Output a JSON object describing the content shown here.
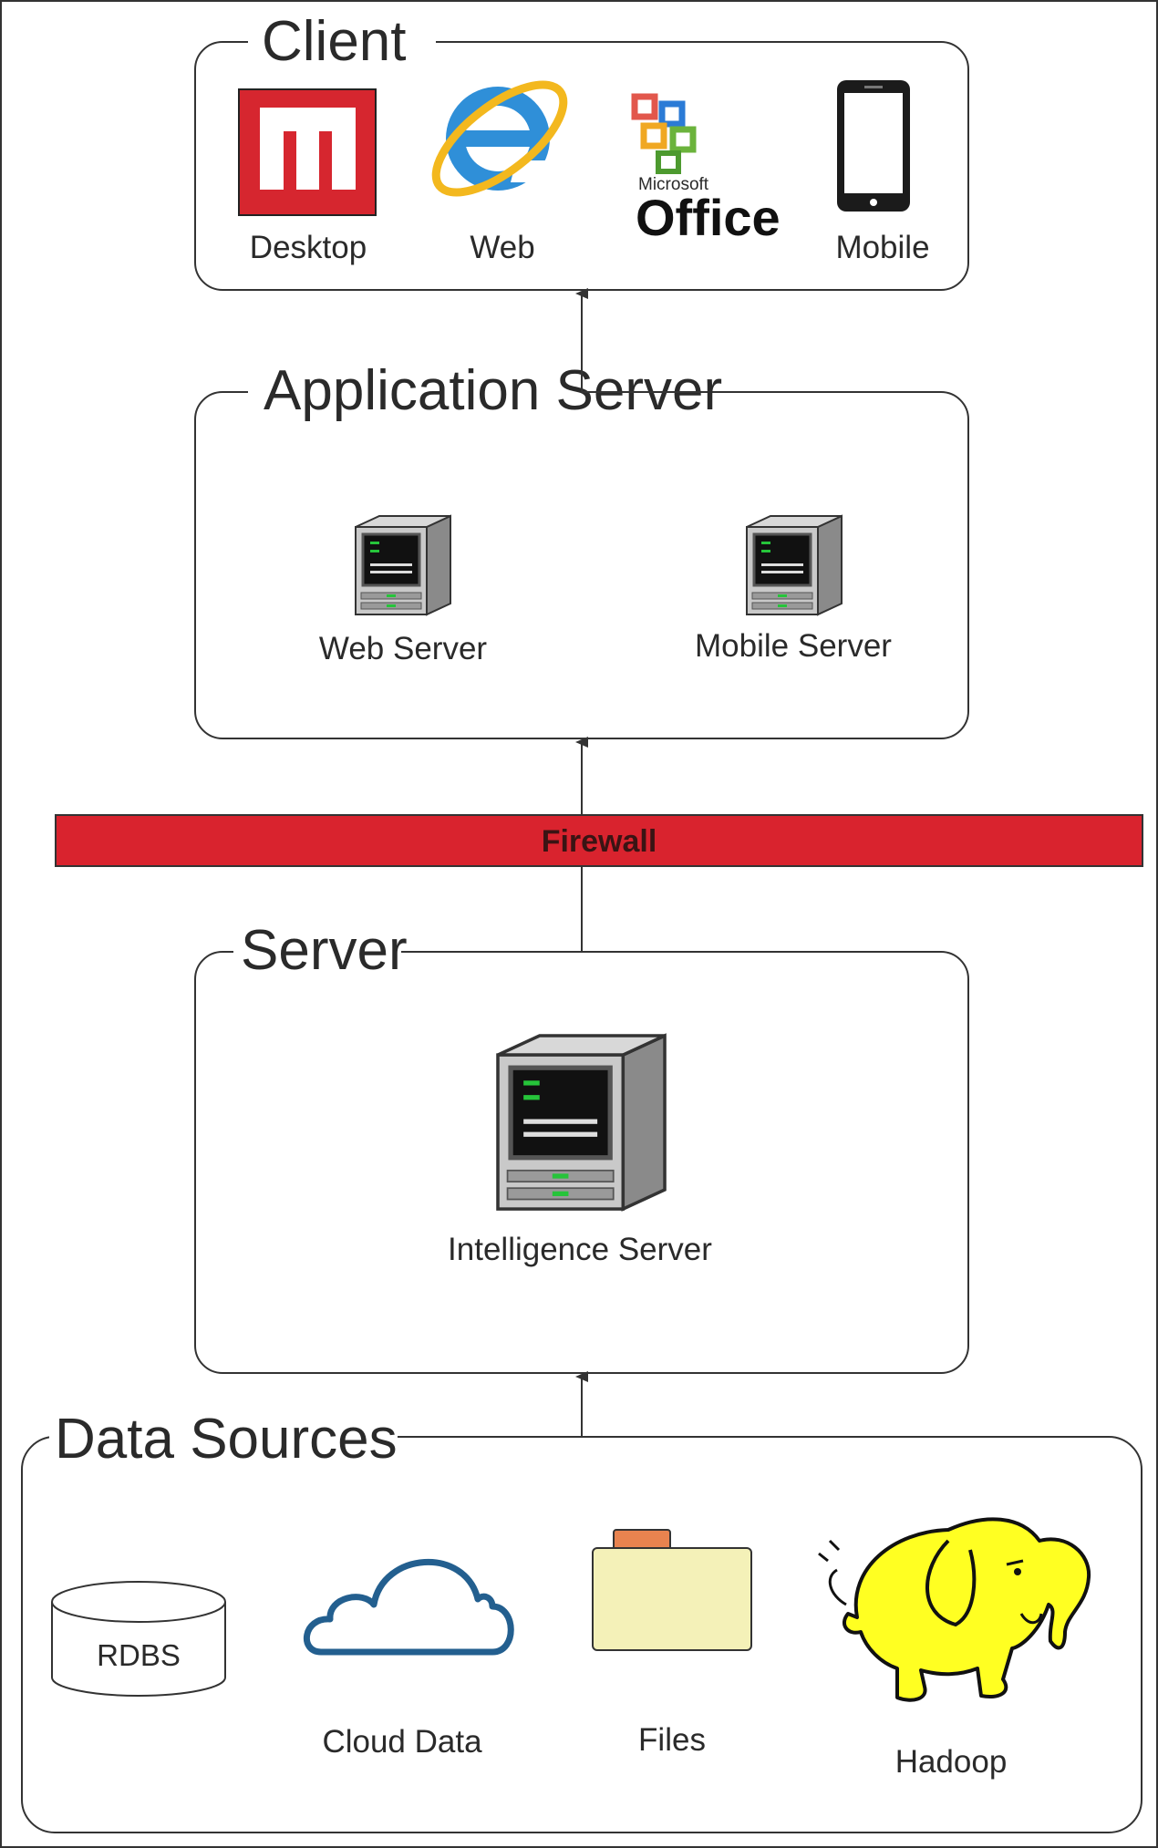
{
  "client": {
    "title": "Client",
    "items": [
      {
        "label": "Desktop",
        "icon": "microstrategy-desktop-icon"
      },
      {
        "label": "Web",
        "icon": "internet-explorer-icon"
      },
      {
        "label": "",
        "icon": "microsoft-office-logo",
        "logo_small": "Microsoft",
        "logo_big": "Office"
      },
      {
        "label": "Mobile",
        "icon": "smartphone-icon"
      }
    ]
  },
  "app_server": {
    "title": "Application Server",
    "items": [
      {
        "label": "Web Server",
        "icon": "server-tower-icon"
      },
      {
        "label": "Mobile Server",
        "icon": "server-tower-icon"
      }
    ]
  },
  "firewall": {
    "label": "Firewall",
    "color": "#d9232e"
  },
  "server": {
    "title": "Server",
    "items": [
      {
        "label": "Intelligence Server",
        "icon": "server-tower-icon"
      }
    ]
  },
  "data_sources": {
    "title": "Data Sources",
    "items": [
      {
        "label": "RDBS",
        "icon": "database-cylinder-icon"
      },
      {
        "label": "Cloud Data",
        "icon": "cloud-icon"
      },
      {
        "label": "Files",
        "icon": "folder-icon"
      },
      {
        "label": "Hadoop",
        "icon": "hadoop-elephant-icon"
      }
    ]
  },
  "colors": {
    "desktop_red": "#d6262f",
    "ie_blue": "#2f8fd8",
    "ie_ring": "#f3b81e",
    "cloud_blue": "#235f8f",
    "folder_fill": "#f4f1b8",
    "folder_tab": "#e8834f",
    "hadoop_yellow": "#ffff22",
    "server_green": "#26c43a"
  }
}
